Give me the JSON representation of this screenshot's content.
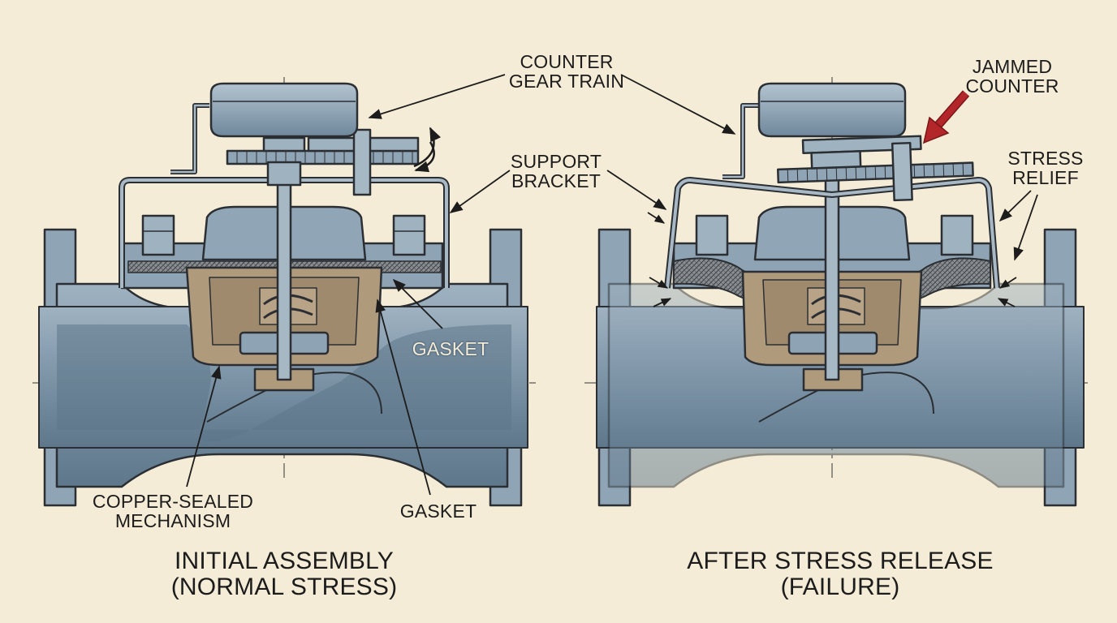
{
  "labels": {
    "counter_gear_train": "COUNTER\nGEAR TRAIN",
    "support_bracket": "SUPPORT\nBRACKET",
    "gasket_upper": "GASKET",
    "gasket_lower": "GASKET",
    "copper_sealed_mechanism": "COPPER-SEALED\nMECHANISM",
    "jammed_counter": "JAMMED\nCOUNTER",
    "stress_relief": "STRESS\nRELIEF"
  },
  "captions": {
    "left": "INITIAL ASSEMBLY\n(NORMAL STRESS)",
    "right": "AFTER STRESS RELEASE\n(FAILURE)"
  },
  "colors": {
    "background": "#f4ecd6",
    "steel": "#7e95a8",
    "steel_dark": "#4f6679",
    "copper": "#b09a7c",
    "outline": "#2b2f33",
    "alert_arrow": "#b3262a"
  },
  "icons": [
    "rotation-arrow-icon",
    "red-arrow-icon"
  ]
}
